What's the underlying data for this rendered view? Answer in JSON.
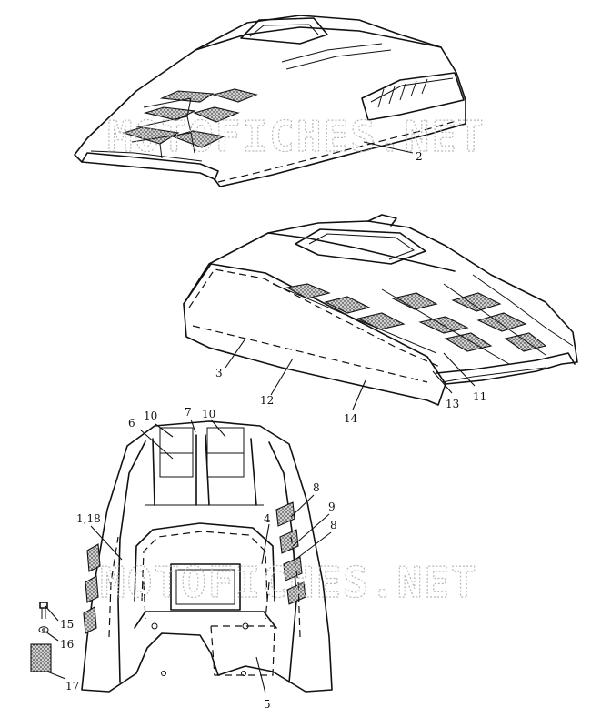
{
  "watermark": "MOTOFICHES.NET",
  "callouts": {
    "c2": "2",
    "c3": "3",
    "c12": "12",
    "c14": "14",
    "c13": "13",
    "c11": "11",
    "c10a": "10",
    "c7": "7",
    "c10b": "10",
    "c6": "6",
    "c8a": "8",
    "c9": "9",
    "c8b": "8",
    "c1_18": "1,18",
    "c4": "4",
    "c15": "15",
    "c16": "16",
    "c17": "17",
    "c5": "5"
  }
}
